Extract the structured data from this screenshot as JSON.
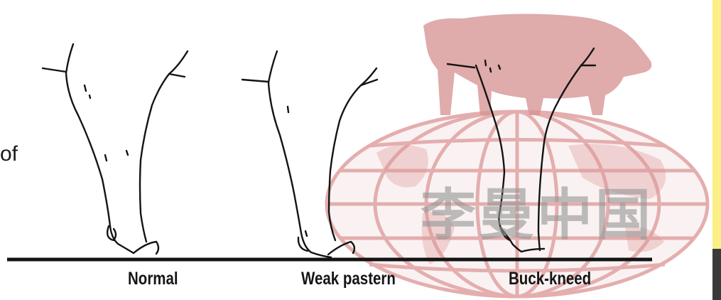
{
  "margin_text": "of",
  "labels": {
    "normal": "Normal",
    "weak_pastern": "Weak pastern",
    "buck_kneed": "Buck-kneed"
  },
  "watermark": {
    "text": "李曼中国",
    "colors": {
      "globe": "#e2a6a6",
      "pig": "#d99a9a",
      "text": "#9a9a9a"
    }
  },
  "colors": {
    "ink": "#141414",
    "side_strip": "#fbef86",
    "side_dark": "#3a3a3a"
  }
}
